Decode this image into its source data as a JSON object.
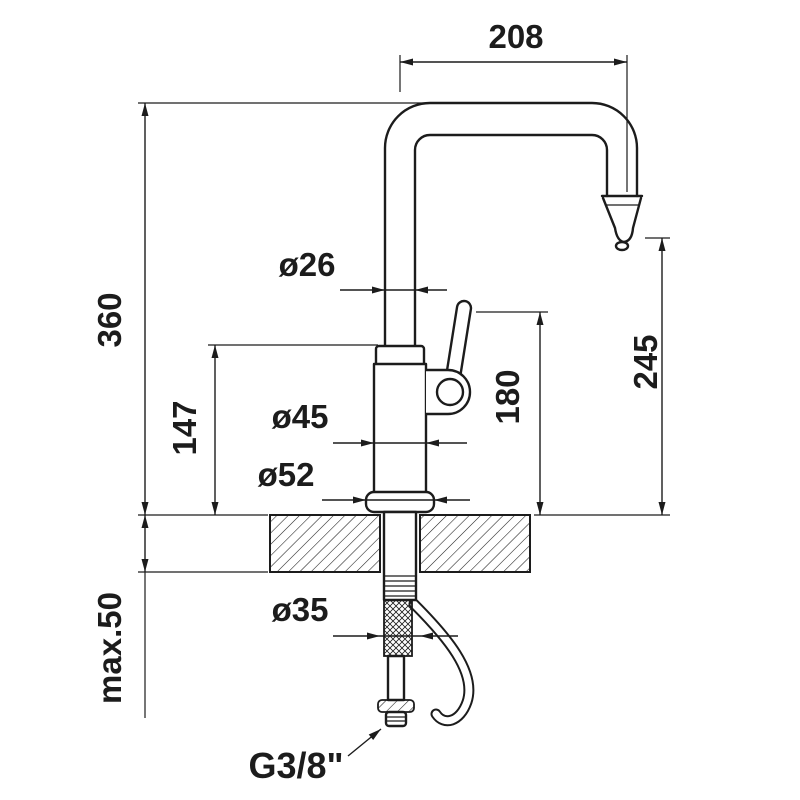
{
  "diagram": {
    "dims": {
      "spout_reach": "208",
      "height_total": "360",
      "height_body": "147",
      "dia_spout": "ø26",
      "dia_body": "ø45",
      "dia_base": "ø52",
      "height_handle": "180",
      "height_outlet": "245",
      "max_deck": "max.50",
      "dia_hole": "ø35",
      "thread": "G3/8\""
    },
    "line_color": "#1c1c1c",
    "background": "#ffffff"
  }
}
